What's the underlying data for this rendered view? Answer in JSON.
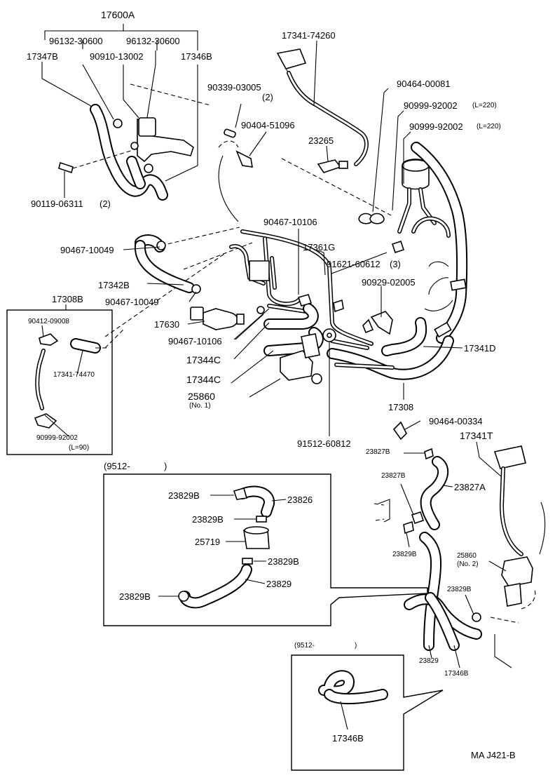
{
  "labels": {
    "l17600A": "17600A",
    "l96132a": "96132-30600",
    "l96132b": "96132-30600",
    "l90910": "90910-13002",
    "l17347B": "17347B",
    "l17346B_top": "17346B",
    "l17341_74260": "17341-74260",
    "l90339": "90339-03005",
    "l90339q": "(2)",
    "l90404": "90404-51096",
    "l23265": "23265",
    "l90464_81": "90464-00081",
    "l90999a": "90999-92002",
    "l90999a_len": "(L=220)",
    "l90999b": "90999-92002",
    "l90999b_len": "(L=220)",
    "l90119": "90119-06311",
    "l90119q": "(2)",
    "l90467_10106a": "90467-10106",
    "l17361G": "17361G",
    "l91621": "91621-60612",
    "l91621q": "(3)",
    "l90467_10049a": "90467-10049",
    "l17342B": "17342B",
    "l90467_10049b": "90467-10049",
    "l90929": "90929-02005",
    "l17308B": "17308B",
    "l90412": "90412-09008",
    "l17341_74470": "17341-74470",
    "l90999c": "90999-92002",
    "l90999c_len": "(L=90)",
    "l17630": "17630",
    "l90467_10106b": "90467-10106",
    "l17344C_a": "17344C",
    "l17344C_b": "17344C",
    "l25860_1": "25860",
    "l25860_1n": "(No. 1)",
    "l17341D": "17341D",
    "l17308": "17308",
    "l91512": "91512-60812",
    "l90464_334": "90464-00334",
    "l17341T": "17341T",
    "l23827B_a": "23827B",
    "l23827B_b": "23827B",
    "l23827A": "23827A",
    "l9512_a": "(9512-",
    "l9512_a_end": ")",
    "l23829B_1": "23829B",
    "l23826": "23826",
    "l23829B_2": "23829B",
    "l25719": "25719",
    "l23829B_3": "23829B",
    "l23829_box": "23829",
    "l23829B_4": "23829B",
    "l23829B_5": "23829B",
    "l25860_2": "25860",
    "l25860_2n": "(No. 2)",
    "l23829B_6": "23829B",
    "l23829": "23829",
    "l17346B_right": "17346B",
    "l9512_b": "(9512-",
    "l9512_b_end": ")",
    "l17346B_box": "17346B",
    "code": "MA J421-B"
  }
}
